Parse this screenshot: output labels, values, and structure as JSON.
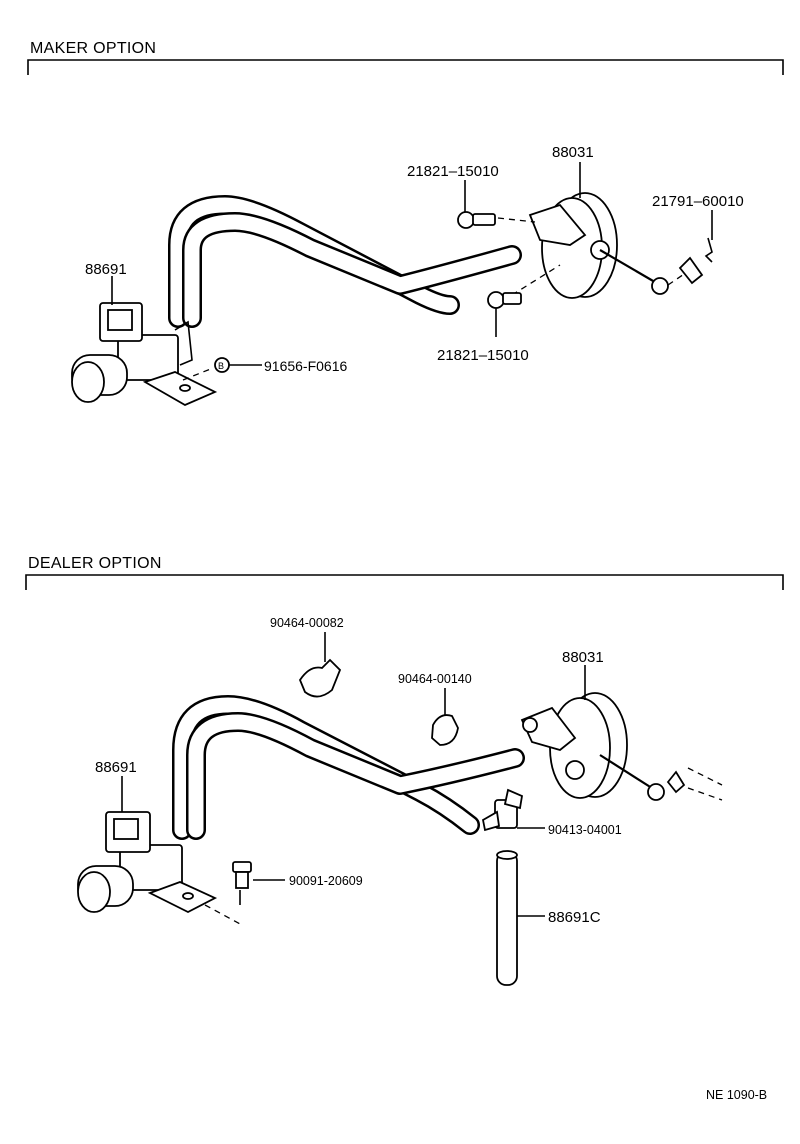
{
  "sections": {
    "maker": {
      "title": "MAKER OPTION",
      "labels": {
        "valve": "88691",
        "hub": "88031",
        "bolt_upper": "21821–15010",
        "bolt_lower": "21821–15010",
        "pin": "21791–60010",
        "bolt_b": "91656-F0616",
        "b_mark": "B"
      }
    },
    "dealer": {
      "title": "DEALER OPTION",
      "labels": {
        "clip_upper": "90464-00082",
        "clip_mid": "90464-00140",
        "hub": "88031",
        "valve": "88691",
        "tee": "90413-04001",
        "bolt": "90091-20609",
        "tube": "88691C"
      }
    }
  },
  "footer": {
    "code": "NE  1090-B"
  }
}
